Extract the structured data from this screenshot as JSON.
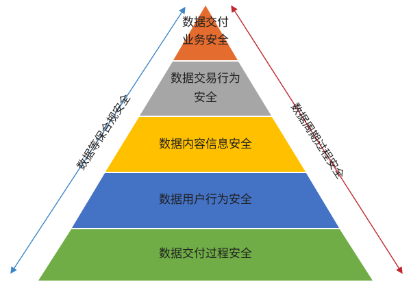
{
  "layers": [
    {
      "id": "top",
      "lines": [
        "数据交付",
        "业务安全"
      ],
      "color": "#E46C2E"
    },
    {
      "id": "second",
      "lines": [
        "数据交易行为",
        "安全"
      ],
      "color": "#A6A6A6"
    },
    {
      "id": "third",
      "lines": [
        "数据内容信息安全"
      ],
      "color": "#FFC000"
    },
    {
      "id": "fourth",
      "lines": [
        "数据用户行为安全"
      ],
      "color": "#4472C4"
    },
    {
      "id": "bottom",
      "lines": [
        "数据交付过程安全"
      ],
      "color": "#70AD47"
    }
  ],
  "side_labels": {
    "left": {
      "text": "数据等保合规安全",
      "color": "#3E86C8"
    },
    "right": {
      "text": "数据周期过程安全",
      "color": "#C0262D"
    }
  }
}
